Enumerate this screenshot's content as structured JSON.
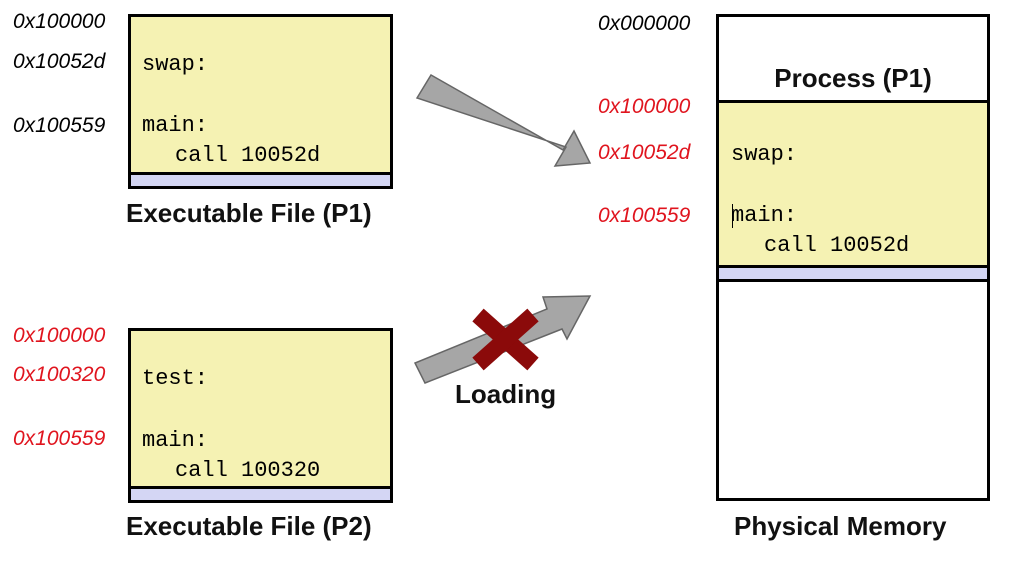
{
  "p1": {
    "addresses": [
      "0x100000",
      "0x10052d",
      "0x100559"
    ],
    "code": {
      "swap": "swap:",
      "main": "main:",
      "call": "call 10052d"
    },
    "caption": "Executable File (P1)"
  },
  "p2": {
    "addresses": [
      "0x100000",
      "0x100320",
      "0x100559"
    ],
    "code": {
      "test": "test:",
      "main": "main:",
      "call": "call 100320"
    },
    "caption": "Executable File (P2)"
  },
  "memory": {
    "top_address": "0x000000",
    "process_label": "Process (P1)",
    "addresses": [
      "0x100000",
      "0x10052d",
      "0x100559"
    ],
    "code": {
      "swap": "swap:",
      "main": "main:",
      "call": "call 10052d"
    },
    "caption": "Physical Memory"
  },
  "loading_label": "Loading",
  "colors": {
    "code_bg": "#f5f2b3",
    "strip": "#d4d6f4",
    "red_address": "#e0141e",
    "arrow": "#a6a6a6",
    "cross": "#8b0a0a"
  }
}
